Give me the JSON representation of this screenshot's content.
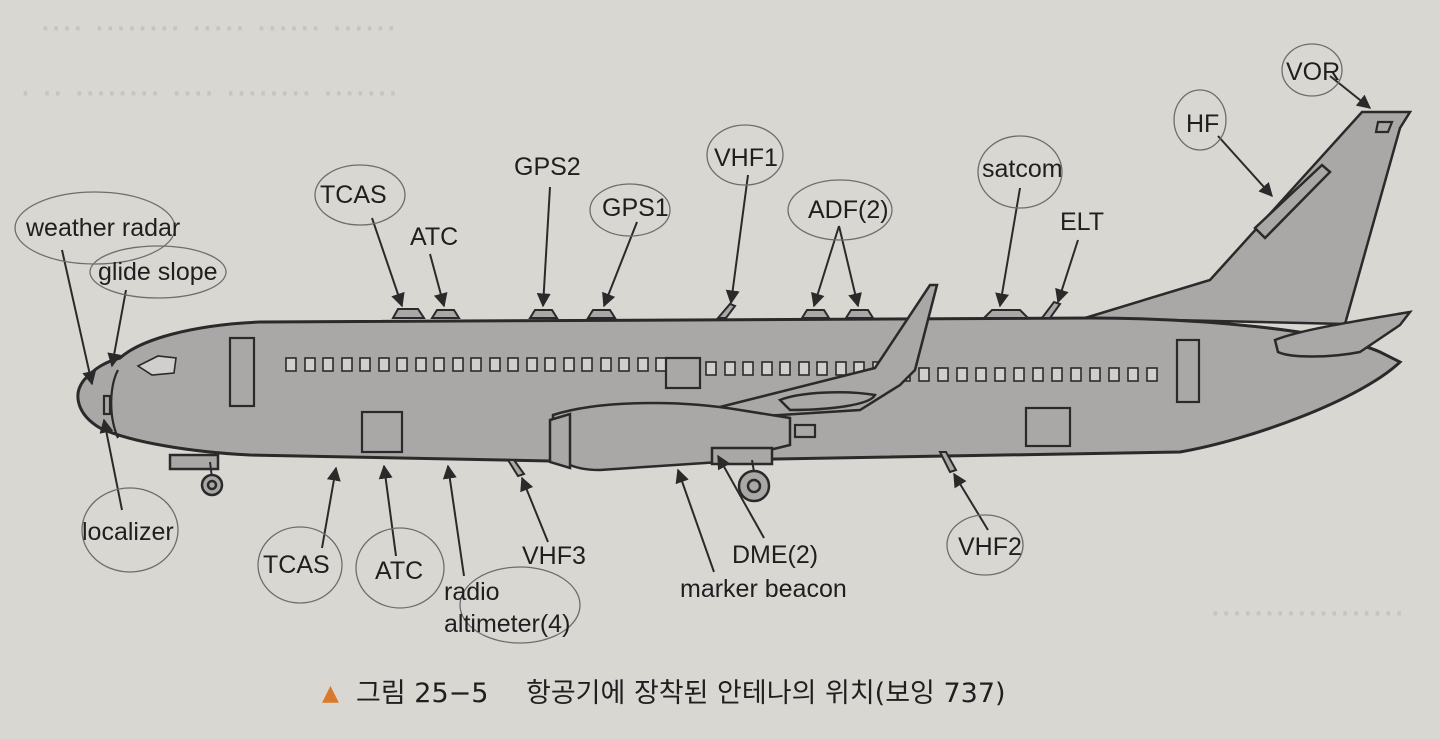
{
  "labels": {
    "vor": "VOR",
    "hf": "HF",
    "weather_radar": "weather radar",
    "glide_slope": "glide slope",
    "tcas_top": "TCAS",
    "atc_top": "ATC",
    "gps2": "GPS2",
    "gps1": "GPS1",
    "vhf1": "VHF1",
    "adf2": "ADF(2)",
    "satcom": "satcom",
    "elt": "ELT",
    "localizer": "localizer",
    "tcas_bottom": "TCAS",
    "atc_bottom": "ATC",
    "radio_altimeter_1": "radio",
    "radio_altimeter_2": "altimeter(4)",
    "vhf3": "VHF3",
    "dme2": "DME(2)",
    "marker_beacon": "marker beacon",
    "vhf2": "VHF2"
  },
  "caption": {
    "marker": "▲",
    "figure": "그림 25−5",
    "title": "항공기에 장착된 안테나의 위치(보잉 737)"
  },
  "colors": {
    "fuselage": "#a9a8a6",
    "paper": "#d9d7d2",
    "ink": "#1f1f1f",
    "caption_marker": "#d9792b"
  }
}
